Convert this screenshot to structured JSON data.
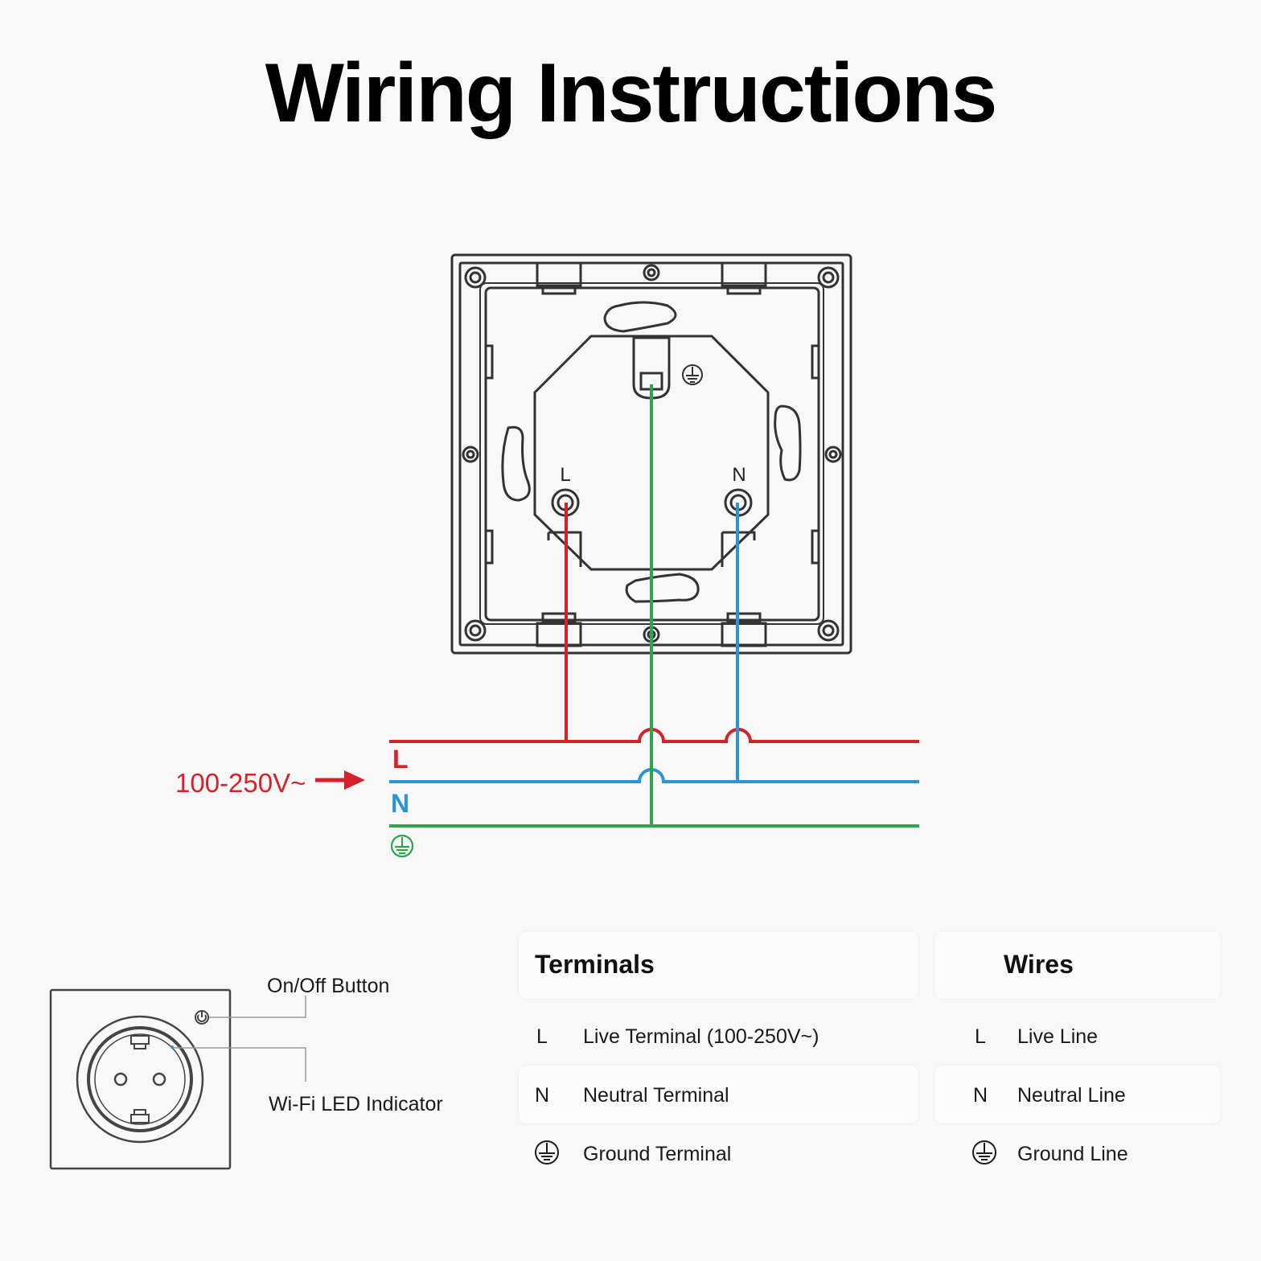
{
  "title": "Wiring Instructions",
  "colors": {
    "live": "#d3222a",
    "neutral": "#2b95d6",
    "ground": "#2ea54a",
    "outline": "#333333"
  },
  "diagram": {
    "terminal_l": "L",
    "terminal_n": "N",
    "voltage": "100-250V~",
    "bus_l": "L",
    "bus_n": "N",
    "ground_symbol_icon": "ground-icon"
  },
  "device": {
    "on_off_button": "On/Off Button",
    "wifi_led": "Wi-Fi LED Indicator"
  },
  "legend": {
    "terminals": {
      "title": "Terminals",
      "rows": [
        {
          "symbol": "L",
          "text": "Live Terminal (100-250V~)"
        },
        {
          "symbol": "N",
          "text": "Neutral Terminal"
        },
        {
          "symbol_icon": "ground-icon",
          "text": "Ground Terminal"
        }
      ]
    },
    "wires": {
      "title": "Wires",
      "rows": [
        {
          "symbol": "L",
          "text": "Live Line"
        },
        {
          "symbol": "N",
          "text": "Neutral Line"
        },
        {
          "symbol_icon": "ground-icon",
          "text": "Ground Line"
        }
      ]
    }
  }
}
